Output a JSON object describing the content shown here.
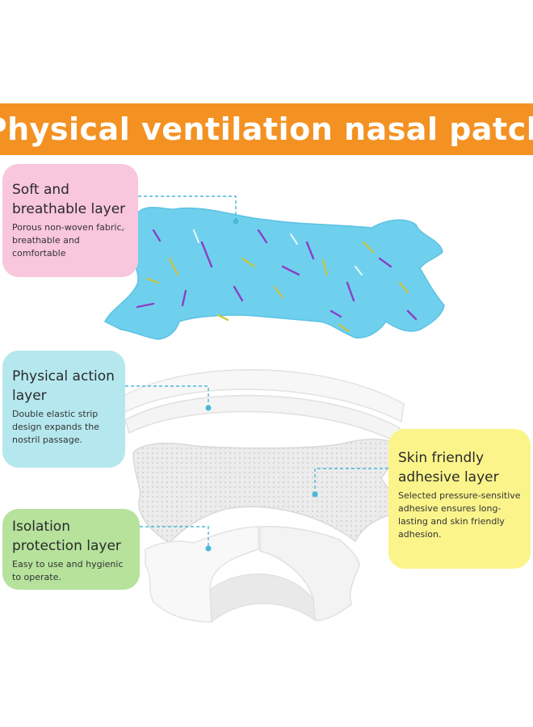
{
  "banner": {
    "title": "Physical ventilation nasal patch"
  },
  "layers": [
    {
      "title_line1": "Soft and",
      "title_line2": "breathable layer",
      "description": "Porous non-woven fabric, breathable and comfortable",
      "color": "#f8c6dd"
    },
    {
      "title_line1": "Physical action",
      "title_line2": "layer",
      "description": "Double elastic strip design expands the nostril passage.",
      "color": "#b5e8ee"
    },
    {
      "title_line1": "Skin friendly",
      "title_line2": "adhesive layer",
      "description": "Selected pressure-sensitive adhesive ensures long-lasting and skin friendly adhesion.",
      "color": "#fbf48b"
    },
    {
      "title_line1": "Isolation",
      "title_line2": "protection layer",
      "description": "Easy to use and hygienic to operate.",
      "color": "#b6e29c"
    }
  ],
  "colors": {
    "banner": "#f39223",
    "patch_blue": "#6fd0ee",
    "connector": "#4ab7d8"
  }
}
